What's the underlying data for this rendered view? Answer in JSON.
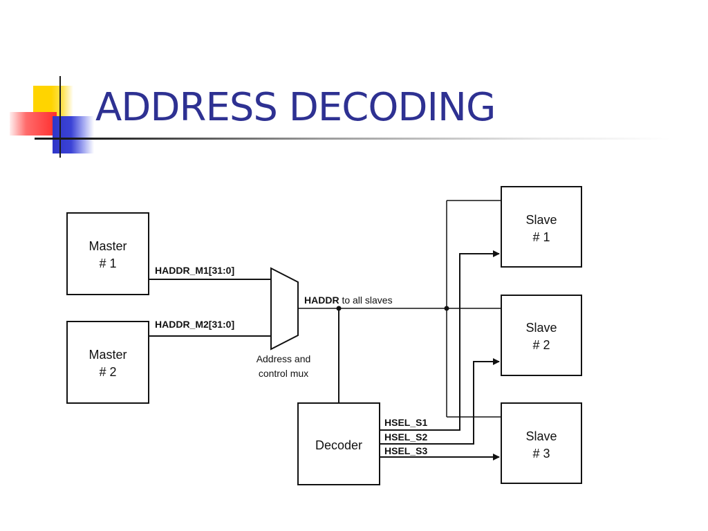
{
  "slide": {
    "title": "ADDRESS DECODING",
    "accent_color": "#2e3192"
  },
  "diagram": {
    "masters": [
      {
        "line1": "Master",
        "line2": "# 1",
        "signal": "HADDR_M1[31:0]"
      },
      {
        "line1": "Master",
        "line2": "# 2",
        "signal": "HADDR_M2[31:0]"
      }
    ],
    "mux": {
      "line1": "Address and",
      "line2": "control mux"
    },
    "bus": {
      "name": "HADDR",
      "suffix": " to all slaves"
    },
    "decoder": {
      "label": "Decoder",
      "selects": [
        "HSEL_S1",
        "HSEL_S2",
        "HSEL_S3"
      ]
    },
    "slaves": [
      {
        "line1": "Slave",
        "line2": "# 1"
      },
      {
        "line1": "Slave",
        "line2": "# 2"
      },
      {
        "line1": "Slave",
        "line2": "# 3"
      }
    ]
  }
}
